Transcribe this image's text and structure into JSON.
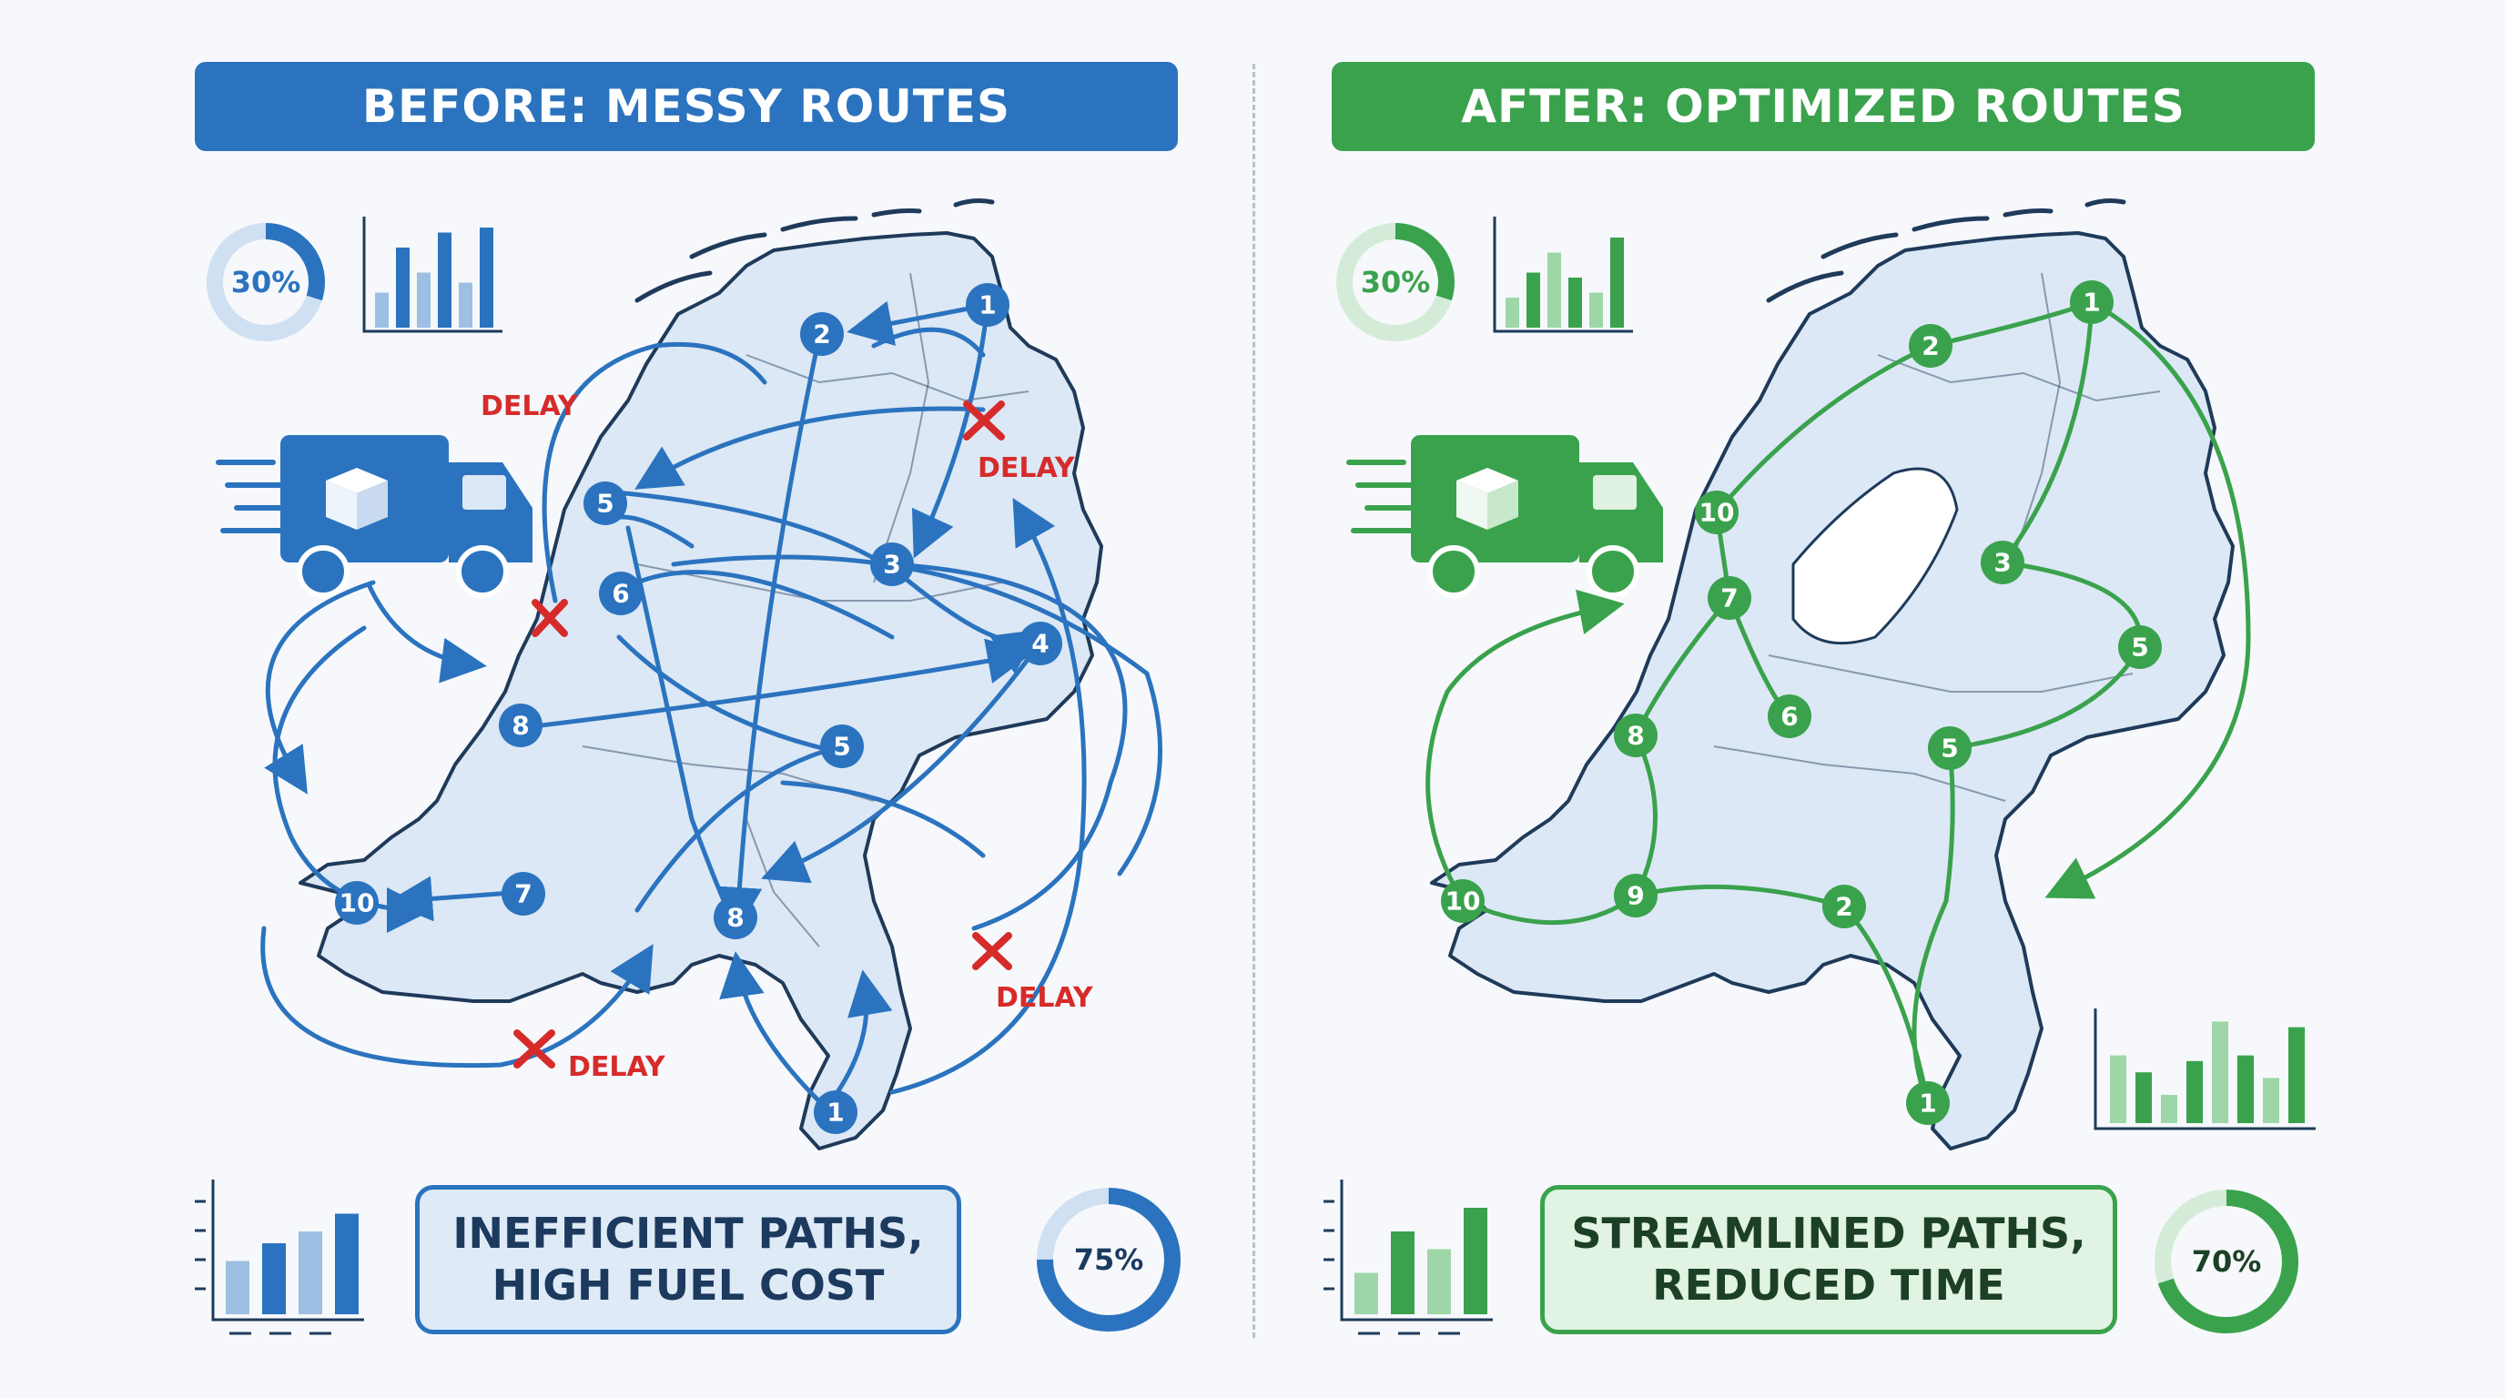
{
  "before": {
    "title": "BEFORE: MESSY ROUTES",
    "caption_line1": "INEFFICIENT PATHS,",
    "caption_line2": "HIGH FUEL COST",
    "gauge_top": {
      "label": "30%",
      "value": 0.3
    },
    "gauge_bottom": {
      "label": "75%",
      "value": 0.75
    },
    "delay_label": "DELAY",
    "stops": [
      "1",
      "2",
      "3",
      "4",
      "5",
      "5",
      "6",
      "7",
      "8",
      "8",
      "10",
      "1"
    ],
    "accent": "#2b73bf",
    "light": "#dce8f5",
    "top_bar_chart": [
      0.35,
      0.8,
      0.55,
      0.95,
      0.45,
      1.0
    ],
    "bottom_bar_chart": [
      0.45,
      0.6,
      0.7,
      0.85
    ]
  },
  "after": {
    "title": "AFTER: OPTIMIZED ROUTES",
    "caption_line1": "STREAMLINED PATHS,",
    "caption_line2": "REDUCED TIME",
    "gauge_top": {
      "label": "30%",
      "value": 0.3
    },
    "gauge_bottom": {
      "label": "70%",
      "value": 0.7
    },
    "stops": [
      "1",
      "2",
      "3",
      "5",
      "5",
      "6",
      "7",
      "8",
      "9",
      "10",
      "10",
      "2",
      "1"
    ],
    "accent": "#3aa24d",
    "light": "#dff2e2",
    "top_bar_chart": [
      0.3,
      0.55,
      0.75,
      0.5,
      0.35,
      0.9
    ],
    "right_bar_chart": [
      0.6,
      0.45,
      0.25,
      0.55,
      0.9,
      0.6,
      0.4,
      0.85
    ],
    "bottom_bar_chart": [
      0.35,
      0.7,
      0.55,
      0.9
    ]
  },
  "icons": {
    "truck": "delivery-truck-icon",
    "delay": "red-x-icon",
    "gauge": "donut-gauge-icon",
    "chart": "bar-chart-icon"
  }
}
